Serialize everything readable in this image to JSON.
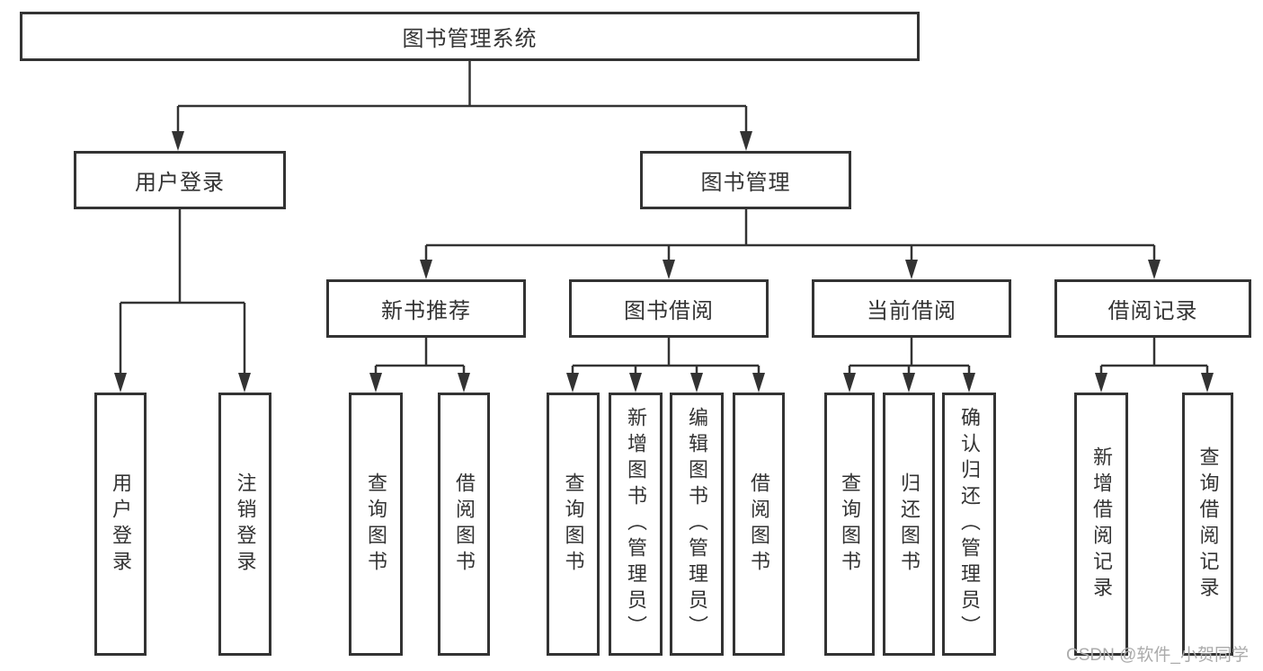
{
  "diagram": {
    "root": "图书管理系统",
    "branches": [
      {
        "label": "用户登录",
        "children": [
          {
            "label": "用户登录"
          },
          {
            "label": "注销登录"
          }
        ]
      },
      {
        "label": "图书管理",
        "children": [
          {
            "label": "新书推荐",
            "children": [
              {
                "label": "查询图书"
              },
              {
                "label": "借阅图书"
              }
            ]
          },
          {
            "label": "图书借阅",
            "children": [
              {
                "label": "查询图书"
              },
              {
                "label": "新增图书（管理员）"
              },
              {
                "label": "编辑图书（管理员）"
              },
              {
                "label": "借阅图书"
              }
            ]
          },
          {
            "label": "当前借阅",
            "children": [
              {
                "label": "查询图书"
              },
              {
                "label": "归还图书"
              },
              {
                "label": "确认归还（管理员）"
              }
            ]
          },
          {
            "label": "借阅记录",
            "children": [
              {
                "label": "新增借阅记录"
              },
              {
                "label": "查询借阅记录"
              }
            ]
          }
        ]
      }
    ]
  },
  "watermark": "CSDN @软件_小贺同学",
  "colors": {
    "line": "#333333",
    "text": "#333333",
    "watermark": "#ababab",
    "background": "#ffffff"
  }
}
